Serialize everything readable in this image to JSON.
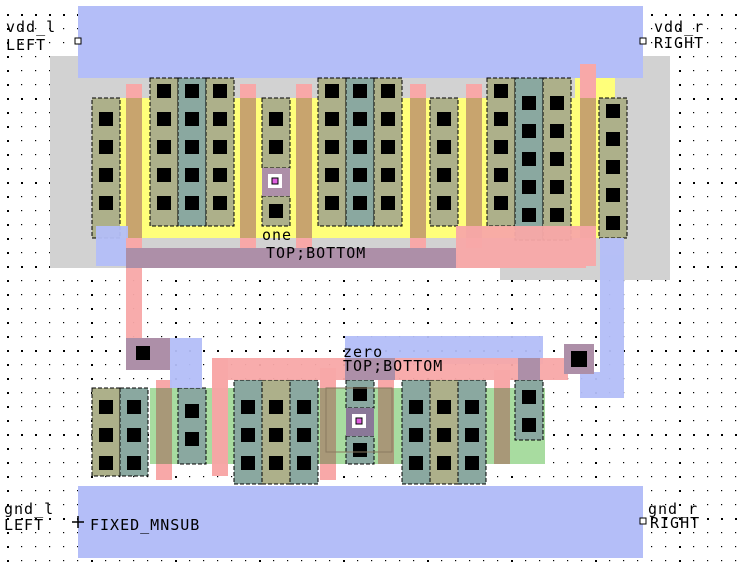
{
  "layout": {
    "cell_type": "CMOS standard cell layout",
    "colors": {
      "background": "#ffffff",
      "grid_dot": "#000000",
      "metal1": "#b4bef8",
      "poly": "#f8a8a8",
      "nwell": "#d2d2d2",
      "pselect": "#ffff7a",
      "ndiff_green": "#a8dca0",
      "pdiff": "#adb08a",
      "active_teal": "#8aa8a0",
      "poly_over_diff": "#c8a46e",
      "poly_over_ndiff": "#a89878",
      "poly_metal_overlap": "#ad8fa8",
      "contact": "#000000",
      "export_marker": "#e060e0"
    },
    "ports": {
      "vdd_left": {
        "name": "vdd_l",
        "side": "LEFT"
      },
      "vdd_right": {
        "name": "vdd_r",
        "side": "RIGHT"
      },
      "gnd_left": {
        "name": "gnd_l",
        "side": "LEFT"
      },
      "gnd_right": {
        "name": "gnd_r",
        "side": "RIGHT"
      }
    },
    "nets": {
      "one": {
        "name": "one",
        "ends": "TOP;BOTTOM"
      },
      "zero": {
        "name": "zero",
        "ends": "TOP;BOTTOM"
      }
    },
    "annotations": {
      "fixed_mnsub": "FIXED_MNSUB"
    }
  }
}
